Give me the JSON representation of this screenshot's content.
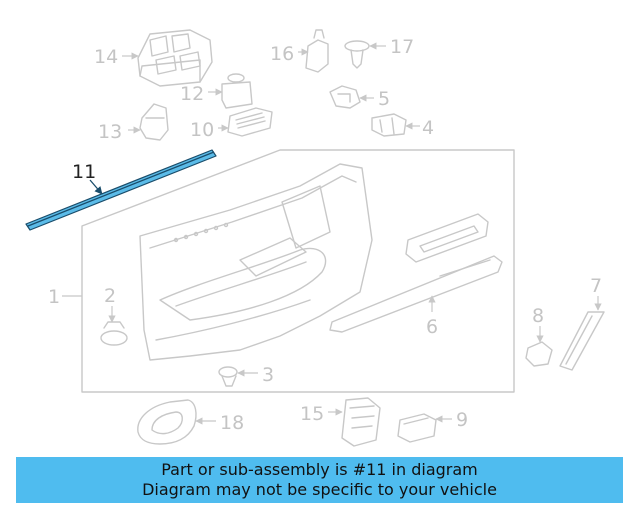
{
  "highlight": {
    "callout": "11",
    "color": "#5bbbe8"
  },
  "callouts": {
    "c1": "1",
    "c2": "2",
    "c3": "3",
    "c4": "4",
    "c5": "5",
    "c6": "6",
    "c7": "7",
    "c8": "8",
    "c9": "9",
    "c10": "10",
    "c11": "11",
    "c12": "12",
    "c13": "13",
    "c14": "14",
    "c15": "15",
    "c16": "16",
    "c17": "17",
    "c18": "18"
  },
  "banner": {
    "line1": "Part or sub-assembly is #11 in diagram",
    "line2": "Diagram may not be specific to your vehicle",
    "color": "#4fbcef"
  }
}
